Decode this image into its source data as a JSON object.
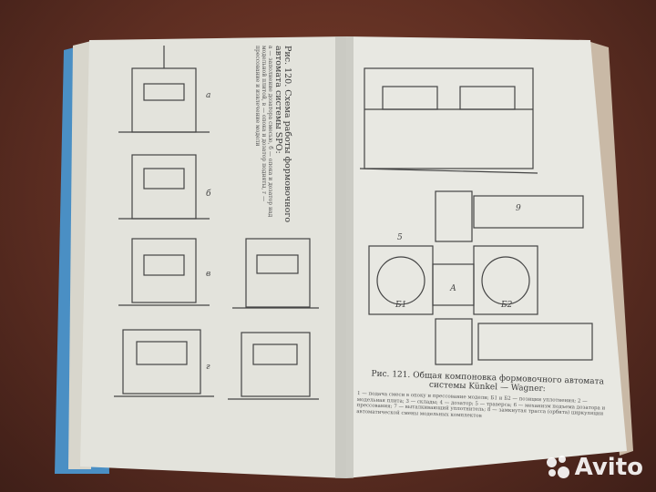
{
  "left_page": {
    "figure_caption": "Рис. 120. Схема работы формовочного автомата системы SPO:",
    "legend_text": "а — заполнение дозатора смесью, б — опока и дозатор над модельной плитой, в — опока и дозатор подняты, г — прессование и извлечение модели",
    "panel_labels": [
      "а",
      "б",
      "в",
      "г"
    ]
  },
  "right_page": {
    "figure_caption": "Рис. 121. Общая компоновка формовочного автомата системы Künkel — Wagner:",
    "legend_text": "1 — подача смеси в опоку и прессование модели; Б1 и Б2 — позиции уплотнения; 2 — модельная плита; 3 — склады; 4 — дозатор; 5 — траверса; 6 — механизм подъема дозатора и прессования; 7 — выталкивающий уплотнитель; 8 — замкнутая трасса (орбита) циркуляции автоматической смены модельных комплектов",
    "drawing_labels": [
      "Б1",
      "А",
      "Б2",
      "9",
      "5"
    ]
  },
  "watermark": "Avito",
  "colors": {
    "carpet": "#5e2e22",
    "cover": "#4a8fc4",
    "page": "#e6e6df",
    "ink": "#3a3a3a"
  }
}
